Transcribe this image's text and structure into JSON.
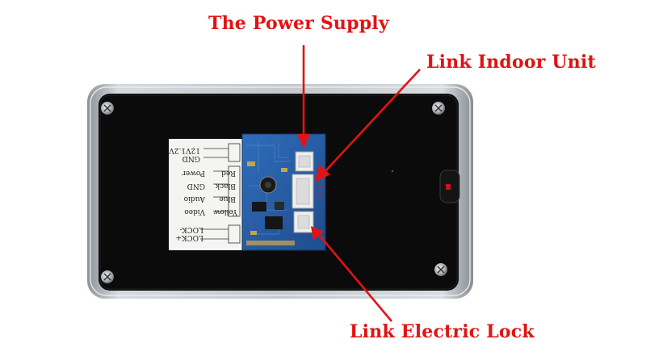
{
  "callouts": {
    "power_supply": "The Power Supply",
    "indoor_unit": "Link Indoor Unit",
    "electric_lock": "Link Electric Lock"
  },
  "wiring_label": {
    "terminals": [
      "12V1.2V",
      "GND",
      "Power",
      "GND",
      "Audio",
      "Video",
      "LOCK-",
      "LOCK+"
    ],
    "wire_colors": [
      "Red",
      "Black",
      "Blue",
      "Yellow"
    ]
  },
  "colors": {
    "callout": "#e01414",
    "panel": "#0d0d0d",
    "frame": "#b8bcc2",
    "pcb": "#2a5fa8"
  },
  "icons": [
    "screw-icon"
  ]
}
